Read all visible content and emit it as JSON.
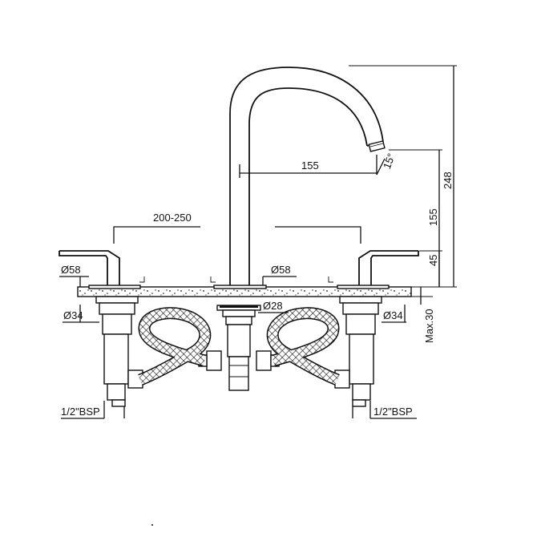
{
  "dimensions": {
    "spread": "200-250",
    "spout_reach": "155",
    "spout_angle": "15°",
    "total_height": "248",
    "spout_height": "155",
    "handle_height": "45",
    "deck_thickness": "Max.30",
    "handle_base_diameter": "Ø58",
    "spout_base_diameter": "Ø58",
    "handle_shank_diameter_left": "Ø34",
    "handle_shank_diameter_right": "Ø34",
    "spout_shank_diameter": "Ø28",
    "inlet_left": "1/2\"BSP",
    "inlet_right": "1/2\"BSP"
  }
}
